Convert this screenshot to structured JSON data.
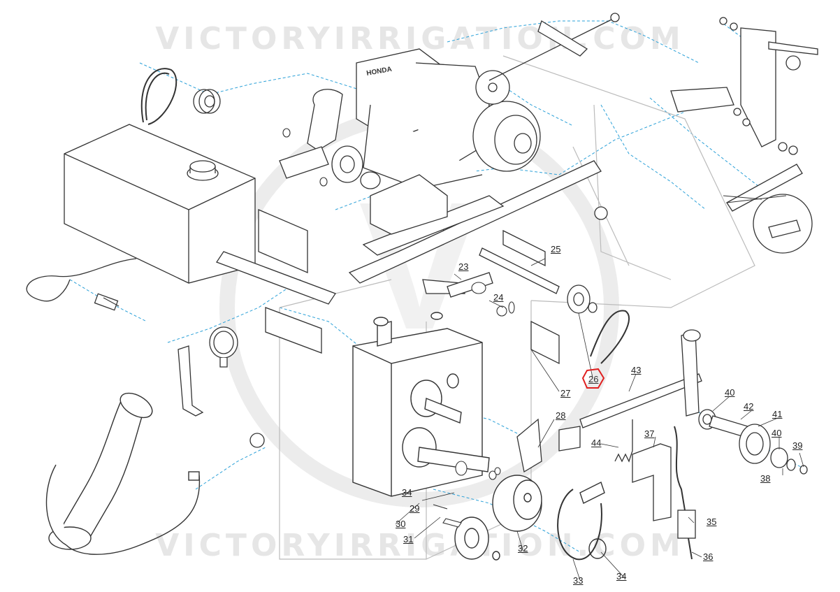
{
  "watermark": {
    "text": "VICTORYIRRIGATION.COM",
    "center_mark": "V"
  },
  "callouts": {
    "c23": "23",
    "c24": "24",
    "c25": "25",
    "c26": "26",
    "c27": "27",
    "c28": "28",
    "c29": "29",
    "c30": "30",
    "c31": "31",
    "c32": "32",
    "c33": "33",
    "c34a": "34",
    "c34b": "34",
    "c35": "35",
    "c36": "36",
    "c37": "37",
    "c38": "38",
    "c39": "39",
    "c40a": "40",
    "c40b": "40",
    "c41": "41",
    "c42": "42",
    "c43": "43",
    "c44": "44"
  },
  "engine_label": "HONDA",
  "colors": {
    "line": "#333333",
    "guide": "#2aa0d8",
    "highlight": "#e02020",
    "watermark": "#e6e6e6"
  }
}
